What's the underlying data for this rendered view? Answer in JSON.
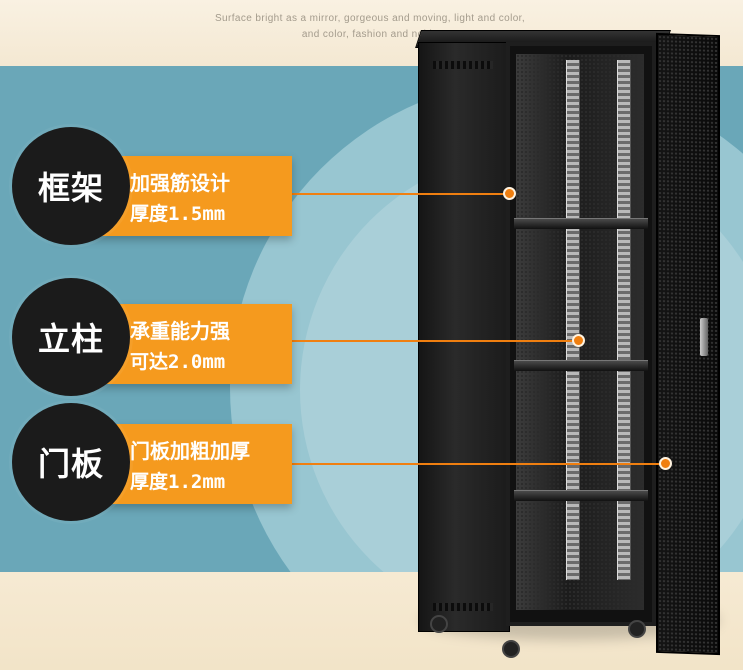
{
  "header": {
    "tagline_line1": "Surface bright as a mirror, gorgeous and moving, light and color,",
    "tagline_line2": "and color, fashion and noble"
  },
  "features": [
    {
      "badge": "框架",
      "title": "加强筋设计",
      "spec": "厚度1.5mm"
    },
    {
      "badge": "立柱",
      "title": "承重能力强",
      "spec": "可达2.0mm"
    },
    {
      "badge": "门板",
      "title": "门板加粗加厚",
      "spec": "厚度1.2mm"
    }
  ],
  "colors": {
    "accent": "#f59a1e",
    "badge": "#1b1b1b",
    "background_blue": "#6aa7b8",
    "background_cream": "#f7ecd6"
  }
}
